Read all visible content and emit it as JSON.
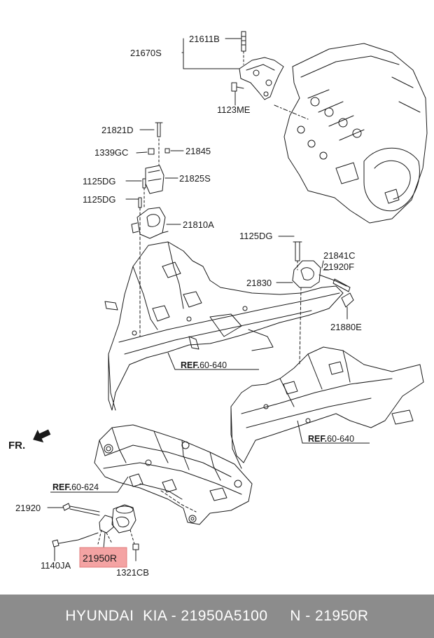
{
  "labels": {
    "p21611B": "21611B",
    "p21670S": "21670S",
    "p1123ME": "1123ME",
    "p21821D": "21821D",
    "p1339GC": "1339GC",
    "p21845": "21845",
    "p1125DG_a": "1125DG",
    "p21825S": "21825S",
    "p1125DG_b": "1125DG",
    "p21810A": "21810A",
    "p1125DG_c": "1125DG",
    "p21841C": "21841C",
    "p21920F": "21920F",
    "p21830": "21830",
    "p21880E": "21880E",
    "fr": "FR.",
    "p21920": "21920",
    "p21950R": "21950R",
    "p1140JA": "1140JA",
    "p1321CB": "1321CB"
  },
  "refs": {
    "ref1_prefix": "REF.",
    "ref1_num": "60-640",
    "ref2_prefix": "REF.",
    "ref2_num": "60-640",
    "ref3_prefix": "REF.",
    "ref3_num": "60-624"
  },
  "footer": {
    "text": "HYUNDAI  KIA - 21950A5100     N - 21950R"
  },
  "colors": {
    "highlight": "#f4a3a3",
    "footer_bg": "#8c8c8c",
    "line": "#1a1a1a"
  }
}
